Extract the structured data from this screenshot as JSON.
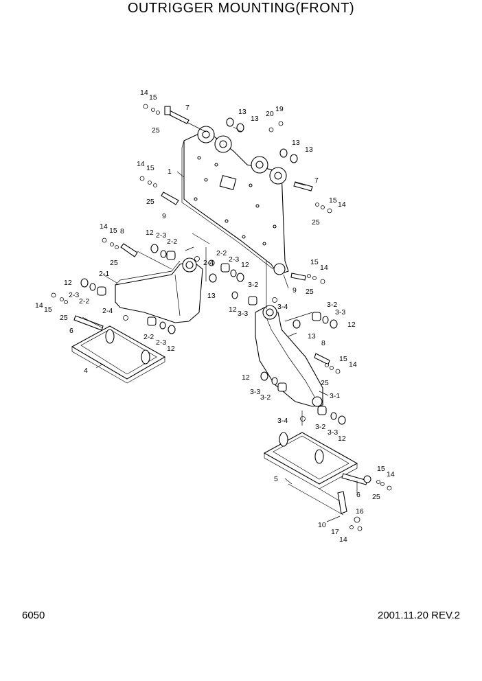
{
  "title": "OUTRIGGER MOUNTING(FRONT)",
  "page_number": "6050",
  "revision": "2001.11.20 REV.2",
  "callouts": {
    "c01": "14",
    "c02": "15",
    "c03": "7",
    "c04": "25",
    "c05": "13",
    "c06": "13",
    "c07": "20",
    "c08": "19",
    "c09": "13",
    "c10": "13",
    "c11": "14",
    "c12": "15",
    "c13": "1",
    "c14": "7",
    "c15": "25",
    "c16": "9",
    "c17": "15",
    "c18": "14",
    "c19": "25",
    "c20": "14",
    "c21": "15",
    "c22": "8",
    "c23": "12",
    "c24": "2-3",
    "c25": "2-2",
    "c26": "25",
    "c27": "2-2",
    "c28": "2-3",
    "c29": "2-4",
    "c30": "12",
    "c31": "2-1",
    "c32": "12",
    "c33": "2-3",
    "c34": "13",
    "c35": "3-2",
    "c36": "15",
    "c37": "14",
    "c38": "9",
    "c39": "25",
    "c40": "14",
    "c41": "15",
    "c42": "2-2",
    "c43": "25",
    "c44": "2-4",
    "c45": "12",
    "c46": "3-3",
    "c47": "3-4",
    "c48": "3-2",
    "c49": "3-3",
    "c50": "12",
    "c51": "6",
    "c52": "13",
    "c53": "2-2",
    "c54": "2-3",
    "c55": "12",
    "c56": "8",
    "c57": "4",
    "c58": "15",
    "c59": "14",
    "c60": "25",
    "c61": "12",
    "c62": "3-3",
    "c63": "3-2",
    "c64": "3-1",
    "c65": "3-4",
    "c66": "3-2",
    "c67": "3-3",
    "c68": "12",
    "c69": "5",
    "c70": "15",
    "c71": "14",
    "c72": "6",
    "c73": "25",
    "c74": "16",
    "c75": "10",
    "c76": "17",
    "c77": "14"
  }
}
